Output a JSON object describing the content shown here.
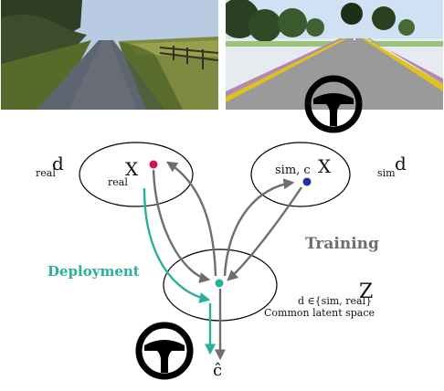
{
  "photos": {
    "real": {
      "description_kind": "photo",
      "sky": "#b9cbe2"
    },
    "sim": {
      "description_kind": "render",
      "sky": "#cfe1f2"
    }
  },
  "nodes": {
    "real": {
      "label": "X",
      "sub": "real",
      "domain_label": "d",
      "domain_sub": "real",
      "dot_color": "#d0174d"
    },
    "sim": {
      "label": "X",
      "sub": "sim, c",
      "domain_label": "d",
      "domain_sub": "sim",
      "dot_color": "#24349a"
    },
    "latent": {
      "label": "Z",
      "sub": "d ∈{sim, real}",
      "caption": "Common latent space",
      "dot_color": "#2bb09a"
    },
    "output": {
      "label": "ĉ"
    }
  },
  "edges": {
    "training_label": "Training",
    "deployment_label": "Deployment",
    "training_color": "#6e6e6e",
    "deployment_color": "#2bb09a"
  },
  "icons": [
    "steering-wheel-icon",
    "steering-wheel-icon"
  ]
}
